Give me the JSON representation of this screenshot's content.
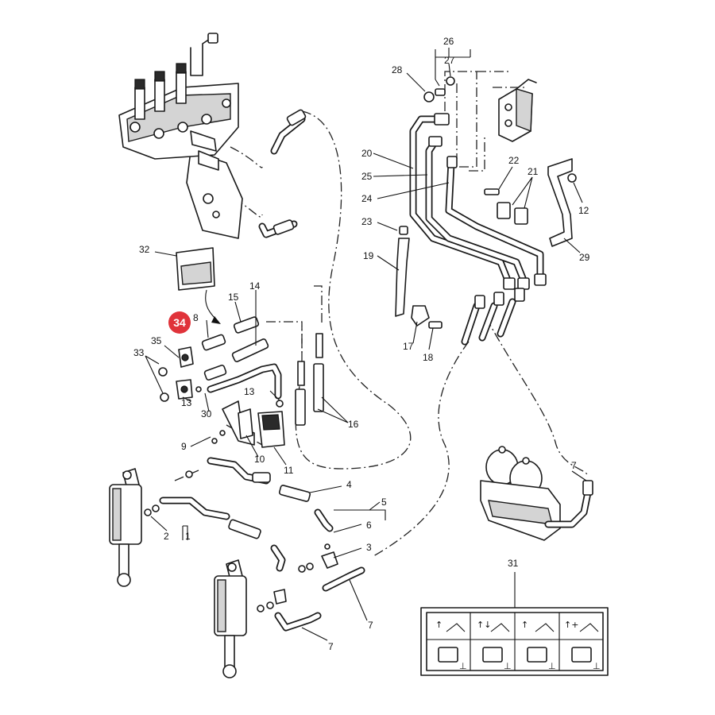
{
  "diagram": {
    "labels": {
      "l1": "1",
      "l2": "2",
      "l3": "3",
      "l4": "4",
      "l5": "5",
      "l6": "6",
      "l7a": "7",
      "l7b": "7",
      "l7c": "7",
      "l8": "8",
      "l9": "9",
      "l10": "10",
      "l11": "11",
      "l12": "12",
      "l13a": "13",
      "l13b": "13",
      "l14": "14",
      "l15": "15",
      "l16": "16",
      "l17": "17",
      "l18": "18",
      "l19": "19",
      "l20": "20",
      "l21": "21",
      "l22": "22",
      "l23": "23",
      "l24": "24",
      "l25": "25",
      "l26": "26",
      "l27": "27",
      "l28": "28",
      "l29": "29",
      "l30": "30",
      "l31": "31",
      "l32": "32",
      "l33": "33",
      "l35": "35"
    },
    "highlight": {
      "label": "34",
      "color": "#e0333a"
    },
    "panel": {
      "top_symbols": [
        "↑",
        "↑↓",
        "↑",
        "↑+"
      ],
      "bottom_symbols": [
        "⊥",
        "⊥",
        "⊥",
        "⊥"
      ]
    }
  }
}
